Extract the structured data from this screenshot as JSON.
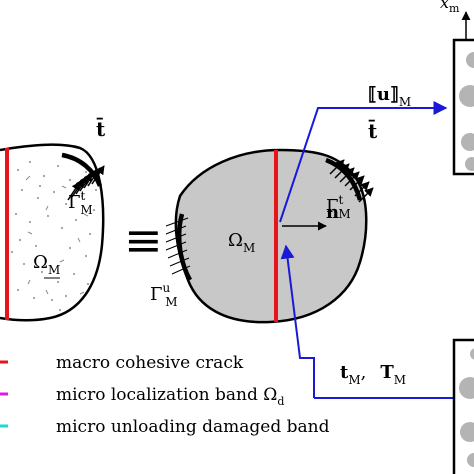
{
  "labels": {
    "x_top": "x",
    "x_top_sub": "m",
    "t_bar_left": "t̄",
    "gamma_t_left": "Γ",
    "gamma_t_left_sup": "t",
    "gamma_t_left_sub": "M",
    "omega_left": "Ω",
    "omega_left_sub": "M",
    "equiv": "≡",
    "t_bar_right": "t̄",
    "gamma_t_right": "Γ",
    "gamma_t_right_sup": "t",
    "gamma_t_right_sub": "M",
    "n_vec": "n",
    "omega_right": "Ω",
    "omega_right_sub": "M",
    "gamma_u": "Γ",
    "gamma_u_sup": "u",
    "gamma_u_sub": "M",
    "jump_u": "⟦u⟧",
    "jump_u_sub": "M",
    "traction_t": "t",
    "traction_t_sub": "M",
    "traction_comma": ",",
    "traction_T": "T",
    "traction_T_sub": "M"
  },
  "legend": [
    {
      "text": "macro cohesive crack",
      "color": "#e8141c"
    },
    {
      "text": "micro localization band Ω",
      "sub": "d",
      "color": "#e01ae0"
    },
    {
      "text": "micro unloading damaged band",
      "color": "#20d6d6"
    }
  ],
  "colors": {
    "crack": "#e8141c",
    "arrow_blue": "#1a1ad6",
    "body_fill": "#c8c8c8",
    "outline": "#000000"
  }
}
